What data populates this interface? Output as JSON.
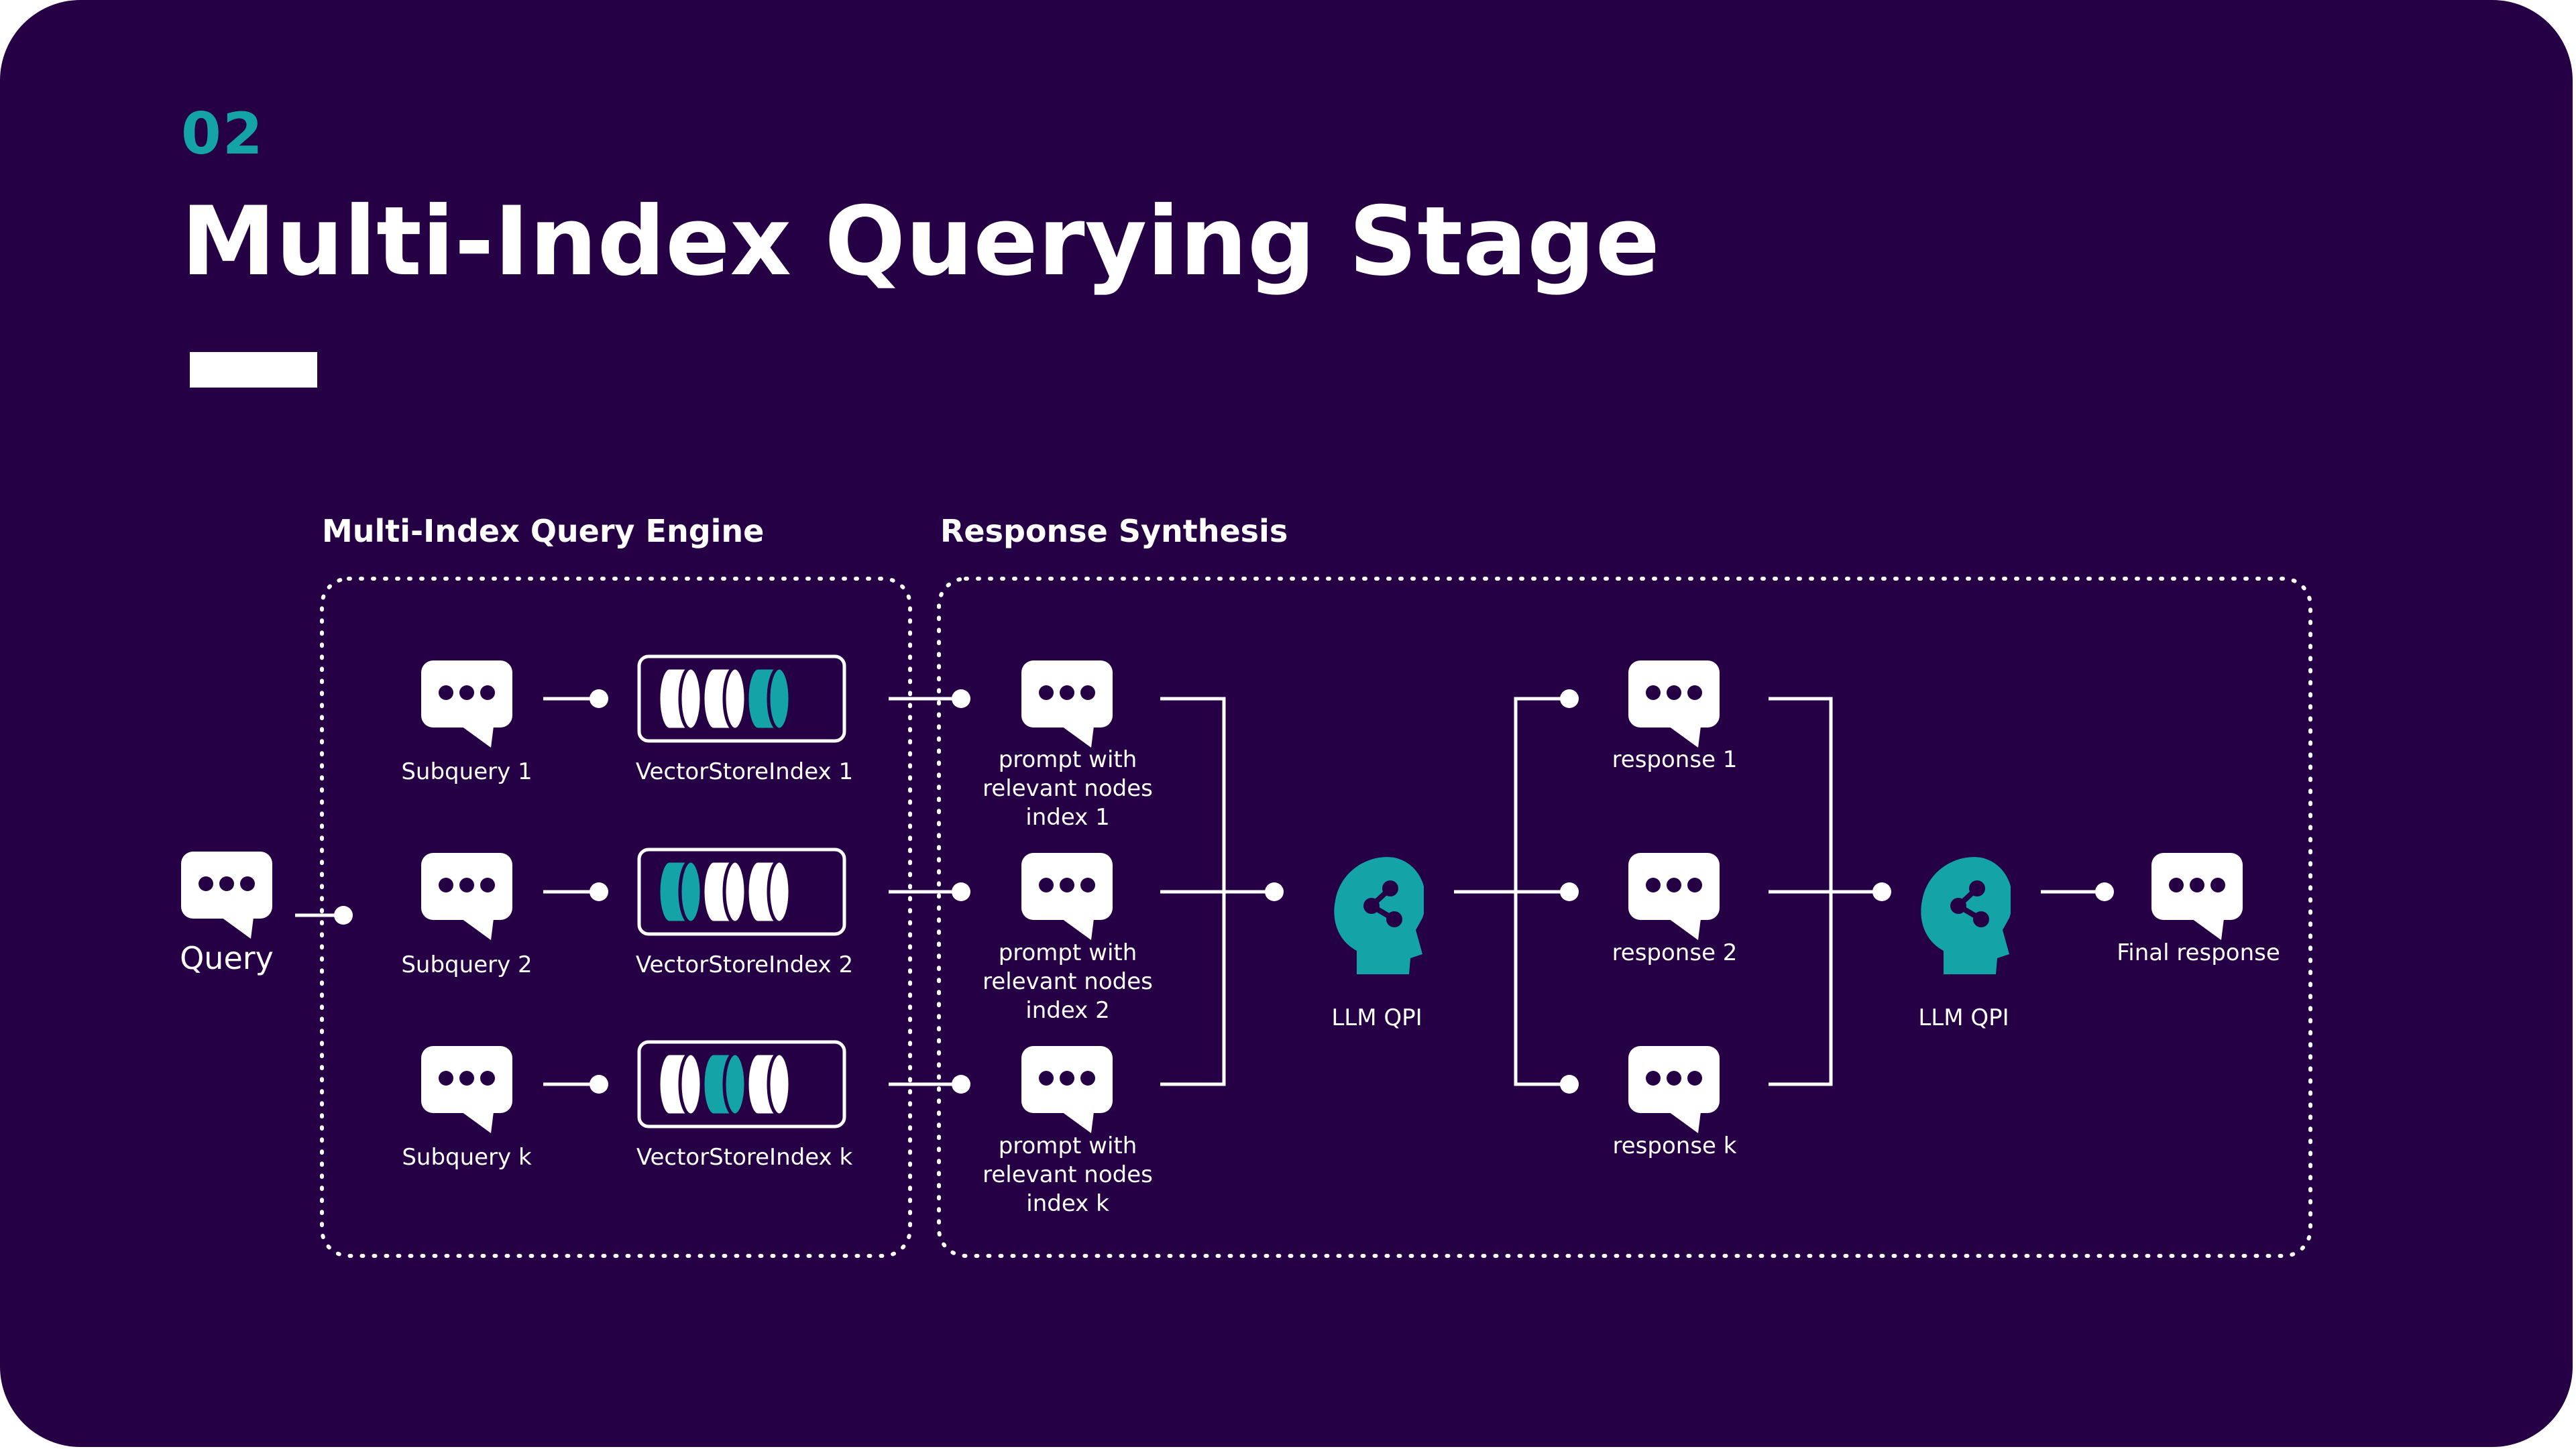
{
  "slide": {
    "number": "02",
    "title": "Multi-Index Querying Stage"
  },
  "colors": {
    "background": "#250044",
    "accent": "#14a4a8",
    "foreground": "#ffffff"
  },
  "sections": {
    "query_engine": "Multi-Index Query Engine",
    "response_synthesis": "Response Synthesis"
  },
  "query": {
    "label": "Query",
    "icon": "chat-bubble-icon"
  },
  "subqueries": [
    {
      "label": "Subquery 1"
    },
    {
      "label": "Subquery 2"
    },
    {
      "label": "Subquery k"
    }
  ],
  "indexes": [
    {
      "label": "VectorStoreIndex 1",
      "icon": "database-cylinders-icon",
      "highlighted_slot": 3
    },
    {
      "label": "VectorStoreIndex 2",
      "icon": "database-cylinders-icon",
      "highlighted_slot": 1
    },
    {
      "label": "VectorStoreIndex k",
      "icon": "database-cylinders-icon",
      "highlighted_slot": 2
    }
  ],
  "prompts": [
    {
      "lines": [
        "prompt with",
        "relevant nodes",
        "index 1"
      ]
    },
    {
      "lines": [
        "prompt with",
        "relevant nodes",
        "index 2"
      ]
    },
    {
      "lines": [
        "prompt with",
        "relevant nodes",
        "index k"
      ]
    }
  ],
  "llm_nodes": [
    {
      "label": "LLM QPI",
      "icon": "ai-head-icon"
    },
    {
      "label": "LLM QPI",
      "icon": "ai-head-icon"
    }
  ],
  "responses": [
    {
      "label": "response 1"
    },
    {
      "label": "response 2"
    },
    {
      "label": "response k"
    }
  ],
  "final": {
    "label": "Final response",
    "icon": "chat-bubble-icon"
  }
}
